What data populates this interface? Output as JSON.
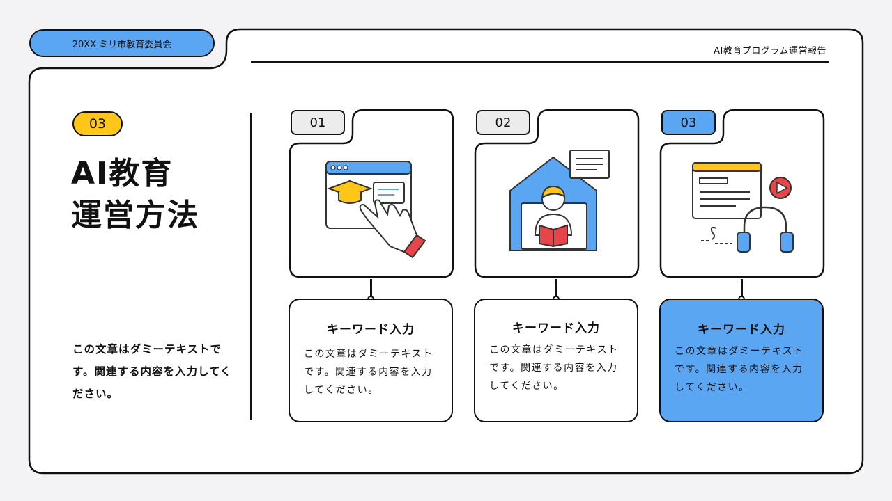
{
  "header": {
    "organization": "20XX ミリ市教育委員会",
    "report_title": "AI教育プログラム運営報告"
  },
  "section": {
    "number": "03",
    "title_line1": "AI教育",
    "title_line2": "運営方法",
    "description": "この文章はダミーテキストです。関連する内容を入力してください。"
  },
  "steps": [
    {
      "number": "01",
      "icon": "online-learning-icon",
      "title": "キーワード入力",
      "body": "この文章はダミーテキストです。関連する内容を入力してください。"
    },
    {
      "number": "02",
      "icon": "home-study-icon",
      "title": "キーワード入力",
      "body": "この文章はダミーテキストです。関連する内容を入力してください。"
    },
    {
      "number": "03",
      "icon": "audio-video-lesson-icon",
      "title": "キーワード入力",
      "body": "この文章はダミーテキストです。関連する内容を入力してください。"
    }
  ],
  "colors": {
    "accent_blue": "#5aa6f2",
    "accent_yellow": "#ffc61a",
    "accent_red": "#e8454a",
    "background": "#f3f3f6"
  }
}
